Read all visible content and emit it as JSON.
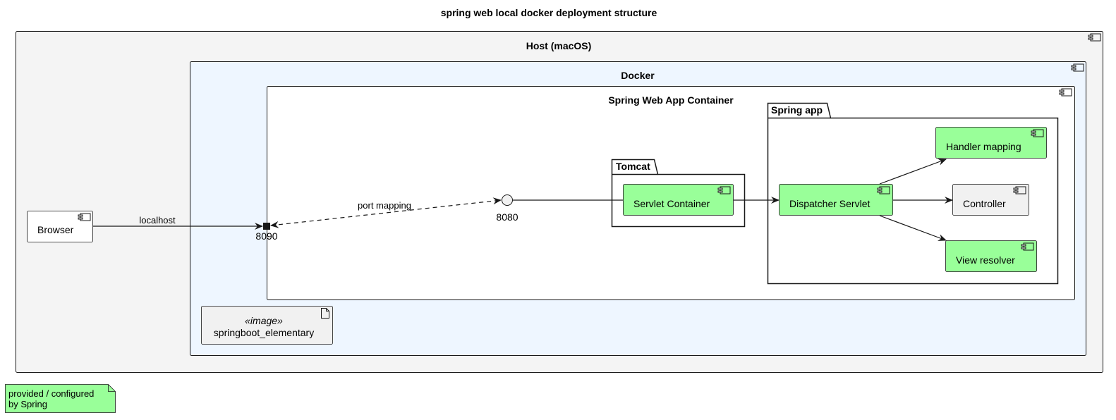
{
  "title": "spring web local docker deployment structure",
  "host": {
    "label": "Host (macOS)"
  },
  "docker": {
    "label": "Docker"
  },
  "container": {
    "label": "Spring Web App Container"
  },
  "tomcat": {
    "label": "Tomcat"
  },
  "spring_app": {
    "label": "Spring app"
  },
  "components": {
    "browser": "Browser",
    "servlet_container": "Servlet Container",
    "dispatcher_servlet": "Dispatcher Servlet",
    "handler_mapping": "Handler mapping",
    "controller": "Controller",
    "view_resolver": "View resolver"
  },
  "ports": {
    "host_port": "8090",
    "container_port": "8080"
  },
  "edges": {
    "localhost": "localhost",
    "port_mapping": "port mapping"
  },
  "image": {
    "stereotype": "«image»",
    "name": "springboot_elementary"
  },
  "note": {
    "line1": "provided / configured",
    "line2": "by Spring"
  },
  "colors": {
    "spring_green": "#99ff99",
    "host_bg": "#f4f4f4",
    "docker_bg": "#eef6ff",
    "plain_component": "#f1f1f1"
  },
  "icons": {
    "component": "component-icon",
    "artifact": "artifact-icon"
  }
}
